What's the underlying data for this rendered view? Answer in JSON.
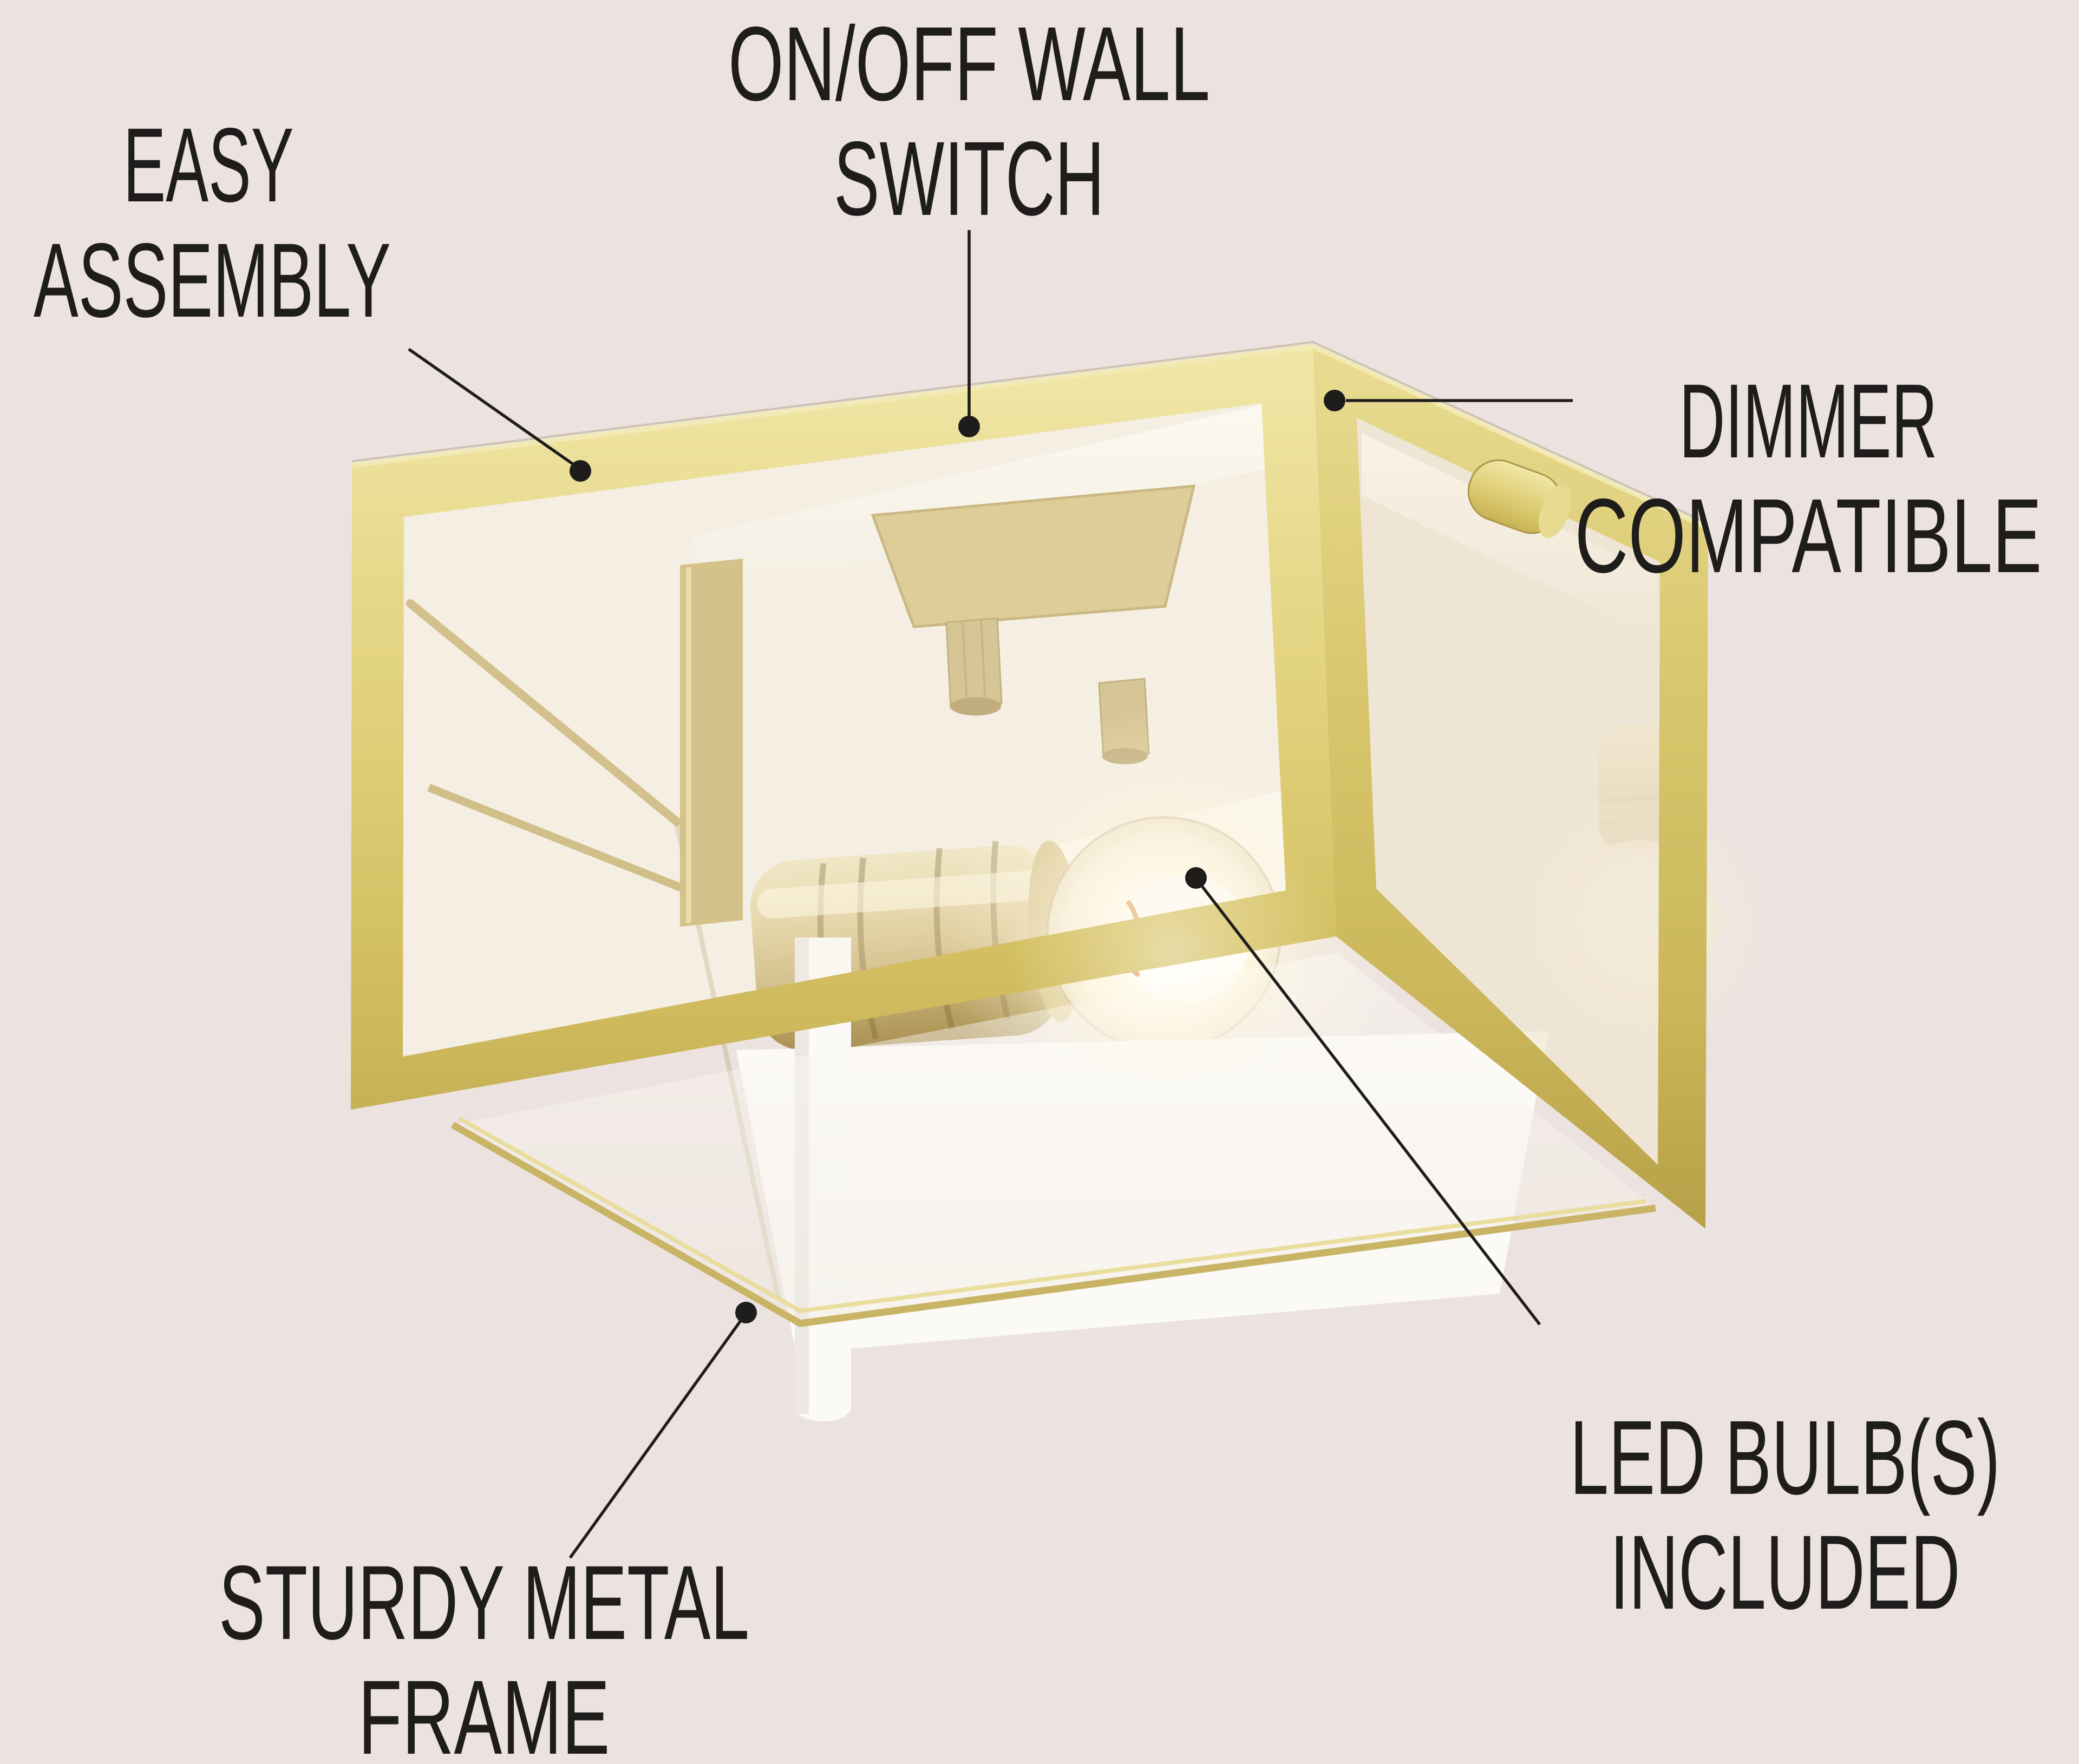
{
  "image": {
    "type": "product-feature-infographic",
    "subject": "square flush-mount ceiling light with clear glass panels and brushed gold metal frame, one lit LED filament bulb inside"
  },
  "colors": {
    "background": "#ece3e0",
    "text": "#1f1d1b",
    "leader_line": "#1f1d1b",
    "gold_frame": "#decd76",
    "glass": "#f5efe4",
    "socket_brass": "#d8c592",
    "bulb_glow": "#fff7de"
  },
  "callouts": [
    {
      "id": "easy-assembly",
      "line1": "EASY",
      "line2": "ASSEMBLY"
    },
    {
      "id": "on-off-wall-switch",
      "line1": "ON/OFF WALL",
      "line2": "SWITCH"
    },
    {
      "id": "dimmer-compatible",
      "line1": "DIMMER",
      "line2": "COMPATIBLE"
    },
    {
      "id": "led-bulbs-included",
      "line1": "LED BULB(S)",
      "line2": "INCLUDED"
    },
    {
      "id": "sturdy-metal-frame",
      "line1": "STURDY METAL",
      "line2": "FRAME"
    }
  ]
}
